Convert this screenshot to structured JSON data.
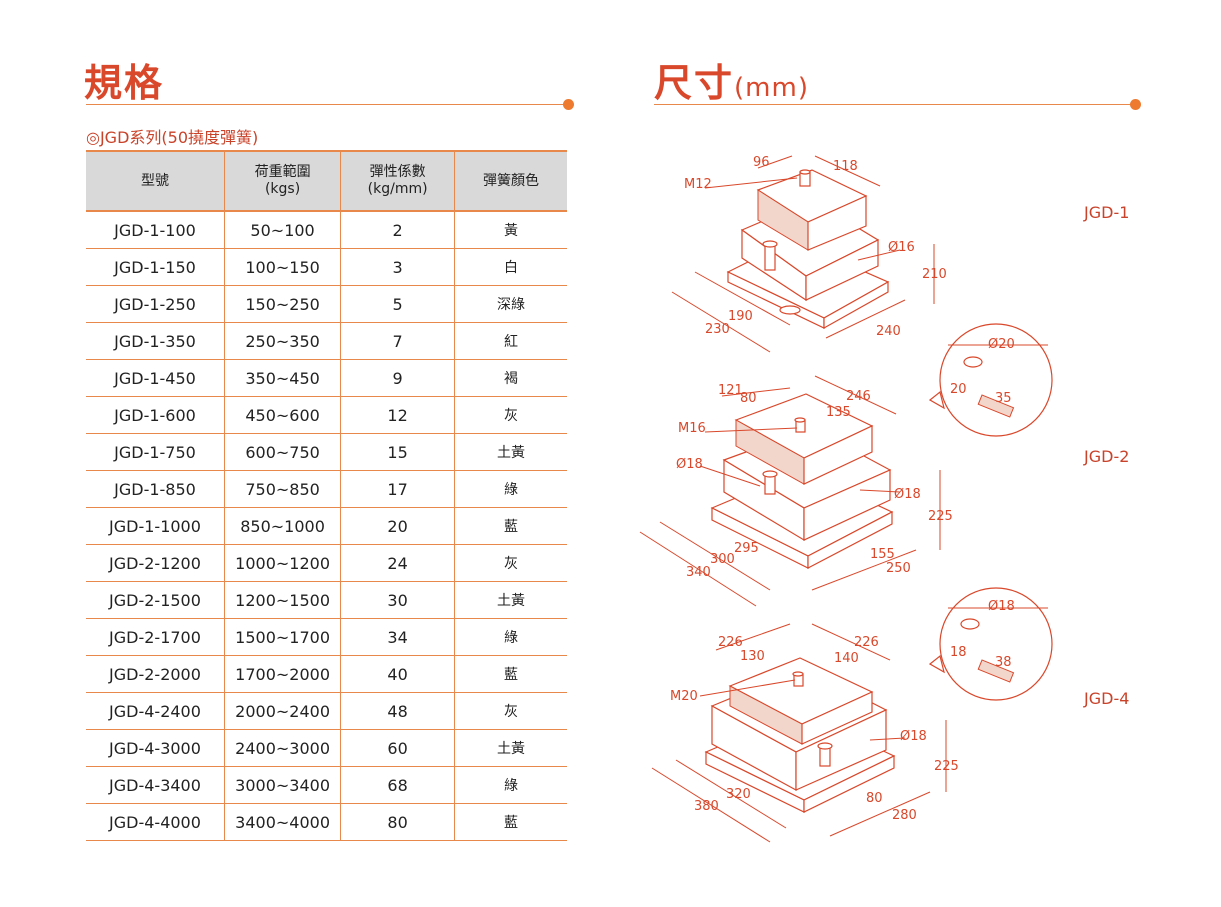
{
  "left_title": "規格",
  "right_title": "尺寸",
  "right_title_unit": "(mm)",
  "subtitle": "◎JGD系列(50撓度彈簧)",
  "table": {
    "headers": [
      {
        "line1": "型號",
        "line2": ""
      },
      {
        "line1": "荷重範圍",
        "line2": "(kgs)"
      },
      {
        "line1": "彈性係數",
        "line2": "(kg/mm)"
      },
      {
        "line1": "彈簧顏色",
        "line2": ""
      }
    ],
    "rows": [
      [
        "JGD-1-100",
        "50~100",
        "2",
        "黃"
      ],
      [
        "JGD-1-150",
        "100~150",
        "3",
        "白"
      ],
      [
        "JGD-1-250",
        "150~250",
        "5",
        "深綠"
      ],
      [
        "JGD-1-350",
        "250~350",
        "7",
        "紅"
      ],
      [
        "JGD-1-450",
        "350~450",
        "9",
        "褐"
      ],
      [
        "JGD-1-600",
        "450~600",
        "12",
        "灰"
      ],
      [
        "JGD-1-750",
        "600~750",
        "15",
        "土黃"
      ],
      [
        "JGD-1-850",
        "750~850",
        "17",
        "綠"
      ],
      [
        "JGD-1-1000",
        "850~1000",
        "20",
        "藍"
      ],
      [
        "JGD-2-1200",
        "1000~1200",
        "24",
        "灰"
      ],
      [
        "JGD-2-1500",
        "1200~1500",
        "30",
        "土黃"
      ],
      [
        "JGD-2-1700",
        "1500~1700",
        "34",
        "綠"
      ],
      [
        "JGD-2-2000",
        "1700~2000",
        "40",
        "藍"
      ],
      [
        "JGD-4-2400",
        "2000~2400",
        "48",
        "灰"
      ],
      [
        "JGD-4-3000",
        "2400~3000",
        "60",
        "土黃"
      ],
      [
        "JGD-4-3400",
        "3000~3400",
        "68",
        "綠"
      ],
      [
        "JGD-4-4000",
        "3400~4000",
        "80",
        "藍"
      ]
    ]
  },
  "models": {
    "jgd1": {
      "label": "JGD-1",
      "dims": {
        "top_short": "96",
        "top_long": "118",
        "bolt": "M12",
        "hole": "Ø16",
        "height": "210",
        "base_inner": "190",
        "base_outer": "230",
        "base_depth": "240"
      }
    },
    "jgd2": {
      "label": "JGD-2",
      "dims": {
        "top_a": "121",
        "top_b": "80",
        "top_long": "246",
        "top_mid": "135",
        "bolt": "M16",
        "hole_left": "Ø18",
        "hole_right": "Ø18",
        "height": "225",
        "base_a": "295",
        "base_b": "300",
        "base_c": "340",
        "base_d": "155",
        "base_e": "250"
      },
      "detail": {
        "hole": "Ø20",
        "a": "20",
        "b": "35"
      }
    },
    "jgd4": {
      "label": "JGD-4",
      "dims": {
        "top_a": "226",
        "top_b": "130",
        "top_long": "226",
        "top_mid": "140",
        "bolt": "M20",
        "hole": "Ø18",
        "height": "225",
        "base_a": "320",
        "base_b": "380",
        "base_c": "80",
        "base_d": "280"
      },
      "detail": {
        "hole": "Ø18",
        "a": "18",
        "b": "38"
      }
    }
  },
  "colors": {
    "accent": "#d9482b",
    "rule": "#e8884a",
    "header_bg": "#d9d9d9"
  }
}
